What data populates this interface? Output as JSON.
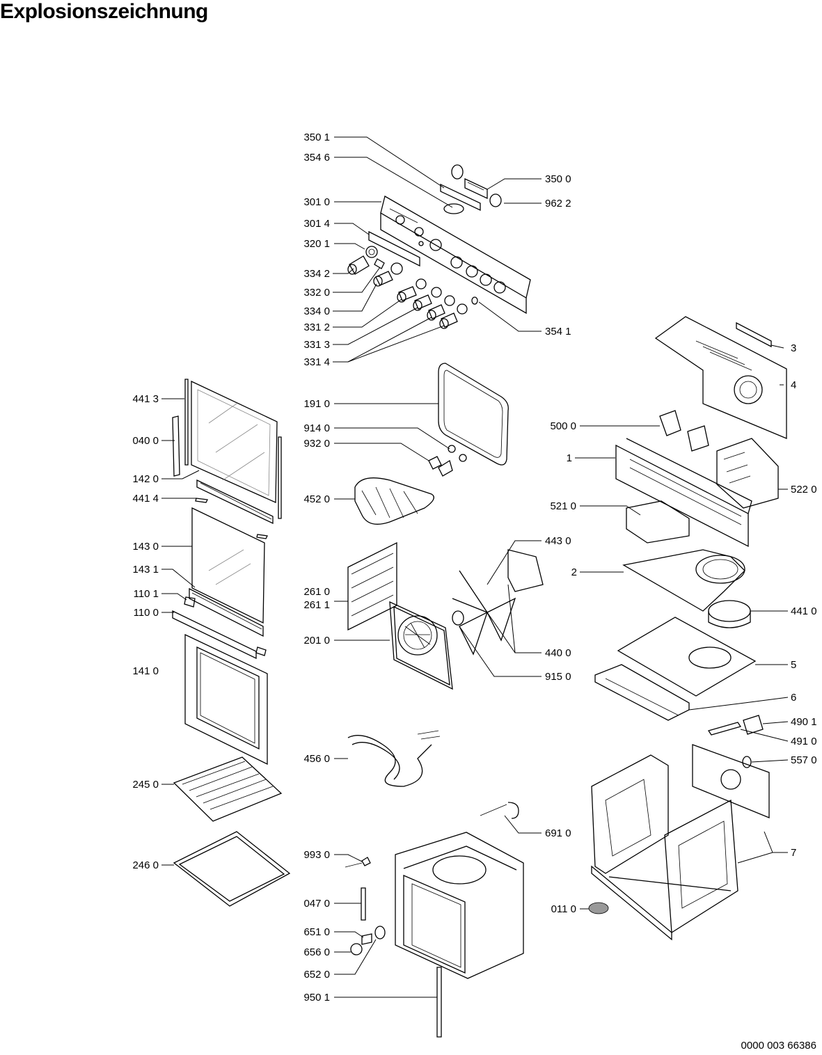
{
  "title": "Explosionszeichnung",
  "footer_code": "0000 003 66386",
  "labels": [
    {
      "text": "350 1",
      "side": "left"
    },
    {
      "text": "354 6",
      "side": "left"
    },
    {
      "text": "301 0",
      "side": "left"
    },
    {
      "text": "301 4",
      "side": "left"
    },
    {
      "text": "320 1",
      "side": "left"
    },
    {
      "text": "334 2",
      "side": "left"
    },
    {
      "text": "332 0",
      "side": "left"
    },
    {
      "text": "334 0",
      "side": "left"
    },
    {
      "text": "331 2",
      "side": "left"
    },
    {
      "text": "331 3",
      "side": "left"
    },
    {
      "text": "331 4",
      "side": "left"
    },
    {
      "text": "350 0",
      "side": "right"
    },
    {
      "text": "962 2",
      "side": "right"
    },
    {
      "text": "354 1",
      "side": "right"
    },
    {
      "text": "441 3",
      "side": "left"
    },
    {
      "text": "040 0",
      "side": "left"
    },
    {
      "text": "142 0",
      "side": "left"
    },
    {
      "text": "441 4",
      "side": "left"
    },
    {
      "text": "143 0",
      "side": "left"
    },
    {
      "text": "143 1",
      "side": "left"
    },
    {
      "text": "110 1",
      "side": "left"
    },
    {
      "text": "110 0",
      "side": "left"
    },
    {
      "text": "141 0",
      "side": "left"
    },
    {
      "text": "245 0",
      "side": "left"
    },
    {
      "text": "246 0",
      "side": "left"
    },
    {
      "text": "191 0",
      "side": "left"
    },
    {
      "text": "914 0",
      "side": "left"
    },
    {
      "text": "932 0",
      "side": "left"
    },
    {
      "text": "452 0",
      "side": "left"
    },
    {
      "text": "261 0",
      "side": "left"
    },
    {
      "text": "261 1",
      "side": "left"
    },
    {
      "text": "201 0",
      "side": "left"
    },
    {
      "text": "456 0",
      "side": "left"
    },
    {
      "text": "993 0",
      "side": "left"
    },
    {
      "text": "047 0",
      "side": "left"
    },
    {
      "text": "651 0",
      "side": "left"
    },
    {
      "text": "656 0",
      "side": "left"
    },
    {
      "text": "652 0",
      "side": "left"
    },
    {
      "text": "950 1",
      "side": "left"
    },
    {
      "text": "443 0",
      "side": "right"
    },
    {
      "text": "440 0",
      "side": "right"
    },
    {
      "text": "915 0",
      "side": "right"
    },
    {
      "text": "691 0",
      "side": "right"
    },
    {
      "text": "011 0",
      "side": "left"
    },
    {
      "text": "3",
      "side": "right"
    },
    {
      "text": "4",
      "side": "right"
    },
    {
      "text": "500 0",
      "side": "left"
    },
    {
      "text": "1",
      "side": "left"
    },
    {
      "text": "522 0",
      "side": "right"
    },
    {
      "text": "521 0",
      "side": "left"
    },
    {
      "text": "2",
      "side": "left"
    },
    {
      "text": "441 0",
      "side": "right"
    },
    {
      "text": "5",
      "side": "right"
    },
    {
      "text": "6",
      "side": "right"
    },
    {
      "text": "490 1",
      "side": "right"
    },
    {
      "text": "491 0",
      "side": "right"
    },
    {
      "text": "557 0",
      "side": "right"
    },
    {
      "text": "7",
      "side": "right"
    }
  ]
}
